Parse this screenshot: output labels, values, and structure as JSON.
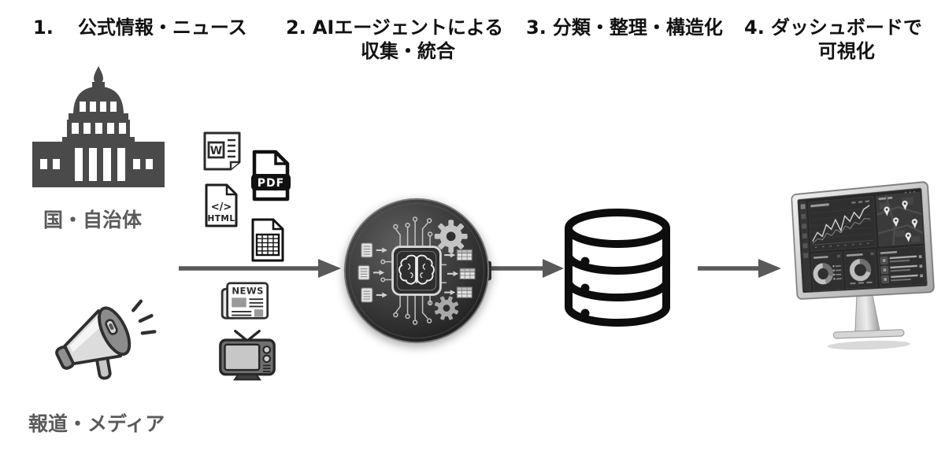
{
  "colors": {
    "background": "#ffffff",
    "heading_text": "#111111",
    "source_label_text": "#5a5a5a",
    "arrow": "#58595b",
    "capitol_icon": "#4a4a4a",
    "database_icon": "#0d0d0d",
    "ai_circle_dark": "#1b1b1b",
    "document_outline": "#1d1d1d"
  },
  "headers": [
    {
      "num": "1.",
      "line1": "公式情報・ニュース",
      "line2": ""
    },
    {
      "num": "2.",
      "line1": "AIエージェントによる",
      "line2": "収集・統合"
    },
    {
      "num": "3.",
      "line1": "分類・整理・構造化",
      "line2": ""
    },
    {
      "num": "4.",
      "line1": "ダッシュボードで",
      "line2": "可視化"
    }
  ],
  "sources": {
    "government": {
      "label": "国・自治体",
      "icon": "capitol-building-icon"
    },
    "media": {
      "label": "報道・メディア",
      "icon": "megaphone-icon"
    }
  },
  "documents": {
    "word_letter": "W",
    "pdf_label": "PDF",
    "html_code": "</>",
    "html_label": "HTML",
    "news_label": "NEWS"
  },
  "dashboard": {
    "panels": [
      "line-chart",
      "map-with-pins",
      "donut-chart",
      "donut-chart",
      "ranked-list"
    ]
  }
}
